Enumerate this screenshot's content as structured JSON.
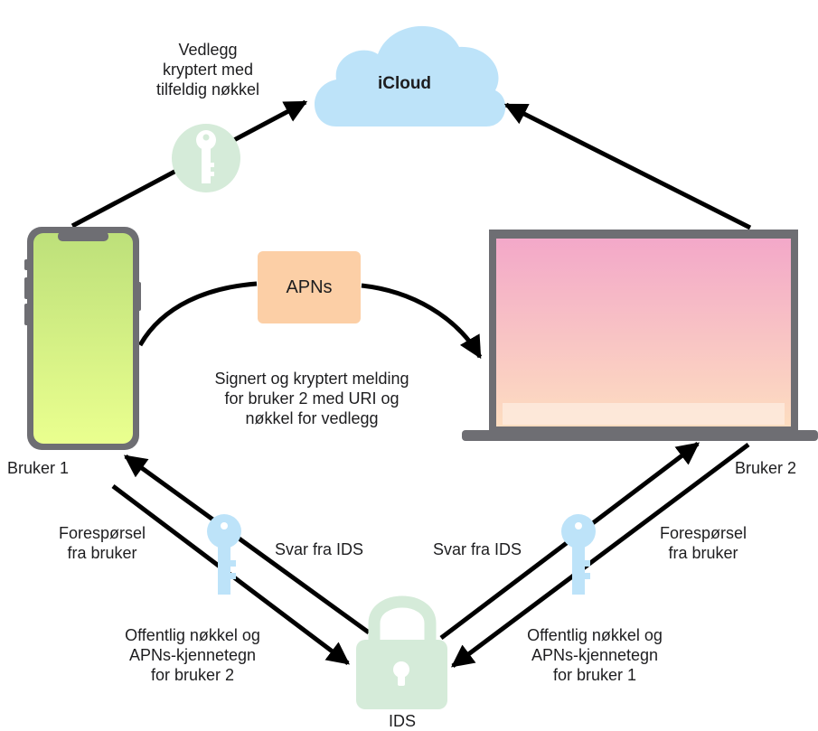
{
  "cloud": {
    "label": "iCloud"
  },
  "apns": {
    "label": "APNs"
  },
  "ids": {
    "label": "IDS"
  },
  "user1": {
    "label": "Bruker 1"
  },
  "user2": {
    "label": "Bruker 2"
  },
  "labels": {
    "attachment": [
      "Vedlegg",
      "kryptert med",
      "tilfeldig nøkkel"
    ],
    "message": [
      "Signert og kryptert melding",
      "for bruker 2 med URI og",
      "nøkkel for vedlegg"
    ],
    "request_left": [
      "Forespørsel",
      "fra bruker"
    ],
    "request_right": [
      "Forespørsel",
      "fra bruker"
    ],
    "reply_left": "Svar fra IDS",
    "reply_right": "Svar fra IDS",
    "pubkey_left": [
      "Offentlig nøkkel og",
      "APNs-kjennetegn",
      "for bruker 2"
    ],
    "pubkey_right": [
      "Offentlig nøkkel og",
      "APNs-kjennetegn",
      "for bruker 1"
    ]
  },
  "colors": {
    "arrow": "#000000",
    "cloud": "#bde3f9",
    "apns_box": "#fccfa6",
    "key_green_bg": "#d5ebd9",
    "key_blue": "#bde3f9",
    "lock_green": "#d5ebd9",
    "phone_gradient": [
      "#bde07a",
      "#eaff8f"
    ],
    "laptop_gradient": [
      "#f3a8c9",
      "#fdddc0"
    ]
  },
  "icons": [
    "cloud-icon",
    "key-icon",
    "lock-icon",
    "iphone-icon",
    "laptop-icon"
  ]
}
